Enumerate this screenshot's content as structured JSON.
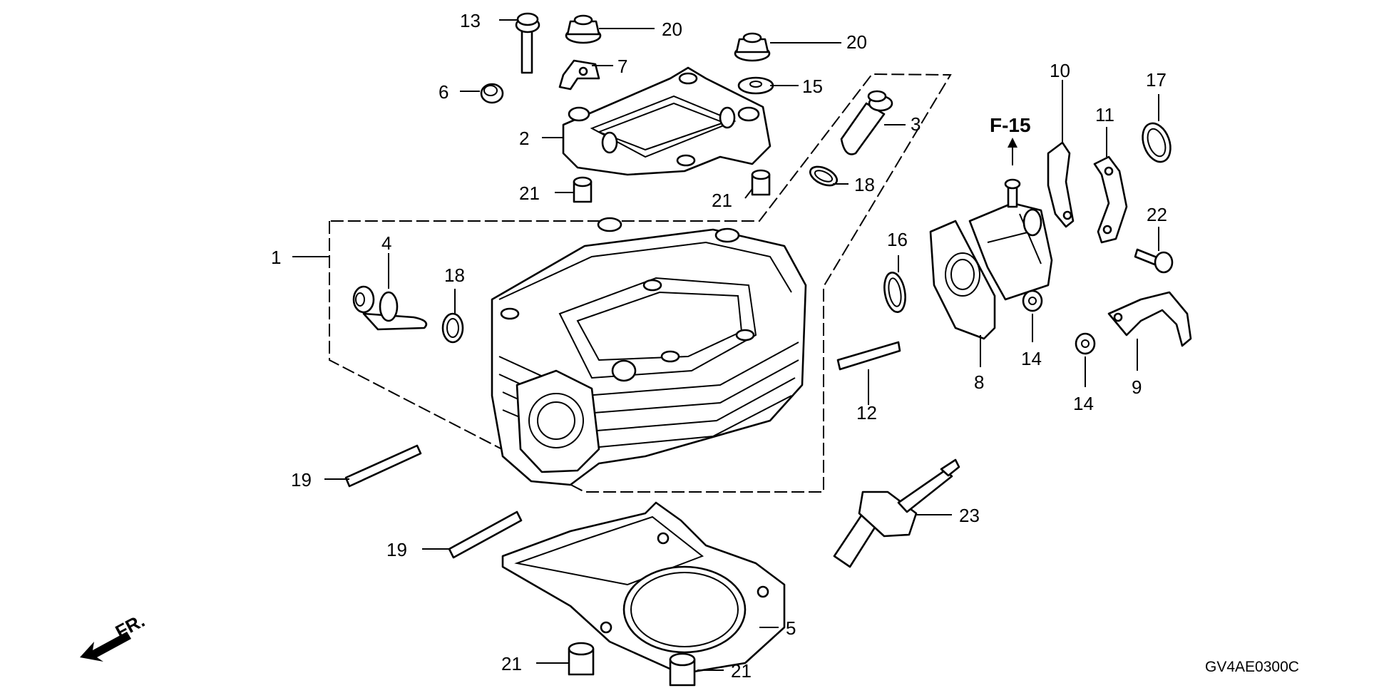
{
  "callouts": {
    "c1": "1",
    "c2": "2",
    "c3": "3",
    "c4": "4",
    "c5": "5",
    "c6": "6",
    "c7": "7",
    "c8": "8",
    "c9": "9",
    "c10": "10",
    "c11": "11",
    "c12": "12",
    "c13": "13",
    "c14a": "14",
    "c14b": "14",
    "c15": "15",
    "c16": "16",
    "c17": "17",
    "c18a": "18",
    "c18b": "18",
    "c19a": "19",
    "c19b": "19",
    "c20a": "20",
    "c20b": "20",
    "c21a": "21",
    "c21b": "21",
    "c21c": "21",
    "c21d": "21",
    "c22": "22",
    "c23": "23"
  },
  "reference": "F-15",
  "front_marker": "FR.",
  "diagram_code": "GV4AE0300C"
}
